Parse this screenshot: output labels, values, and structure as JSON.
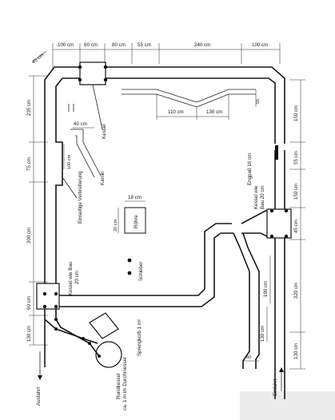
{
  "dims_top": {
    "d1": "100 cm",
    "d2": "60 cm",
    "d3": "80 cm",
    "d4": "55 cm",
    "d5": "240 cm",
    "d6": "100 cm"
  },
  "dims_left": {
    "d1": "45 cm",
    "d2": "235 cm",
    "d3": "75 cm",
    "d4": "300 cm",
    "d5": "60 cm",
    "d6": "130 cm"
  },
  "dims_right": {
    "d1": "150 cm",
    "d2": "55 cm",
    "d3": "150 cm",
    "d4": "45 cm",
    "d5": "320 cm",
    "d6": "130 cm"
  },
  "dims_inner": {
    "d40": "40 cm",
    "d100": "100 cm",
    "d110": "110 cm",
    "d130a": "130 cm",
    "d55": "55",
    "d18": "18 cm",
    "d20": "20 cm",
    "d190": "190 cm",
    "d130b": "130 cm",
    "d60": "60"
  },
  "labels": {
    "kessel_top": "Kessel",
    "kamin": "Kamin",
    "einseitige": "Einseitige Verbreiterung",
    "roehre": "Röhre",
    "schieber": "Schieber",
    "engpass": "Engpaß 16 cm",
    "kessel_right_1": "Kessel wie",
    "kessel_right_2": "Bau 20 cm",
    "kessel_left_1": "Kessel wie Bau",
    "kessel_left_2": "20 cm",
    "sprengkorb": "Sprengkorb 1 m²",
    "rundkessel_1": "Rundkessel",
    "rundkessel_2": "ca. 1 m im Durchmesser",
    "ausfahrt": "Ausfahrt",
    "einfahrt": "Einfahrt"
  }
}
